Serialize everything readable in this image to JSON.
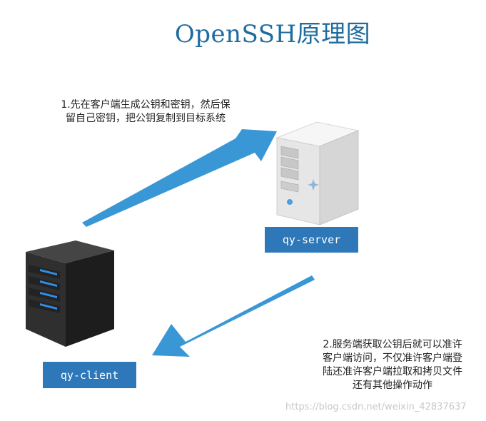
{
  "title": "OpenSSH原理图",
  "notes": {
    "step1": "1.先在客户端生成公钥和密钥，然后保留自己密钥，把公钥复制到目标系统",
    "step2": "2.服务端获取公钥后就可以准许客户端访问，不仅准许客户端登陆还准许客户端拉取和拷贝文件还有其他操作动作"
  },
  "nodes": {
    "server": {
      "label": "qy-server",
      "icon": "server-tower-icon"
    },
    "client": {
      "label": "qy-client",
      "icon": "server-tower-icon"
    }
  },
  "watermark": "https://blog.csdn.net/weixin_42837637",
  "colors": {
    "title": "#1f6c9f",
    "arrow": "#3a97d6",
    "label_bg": "#2e77b8",
    "label_text": "#ffffff",
    "server_body": "#e9e9e9",
    "client_body": "#2d2d2d",
    "client_led": "#2f8fe4"
  }
}
